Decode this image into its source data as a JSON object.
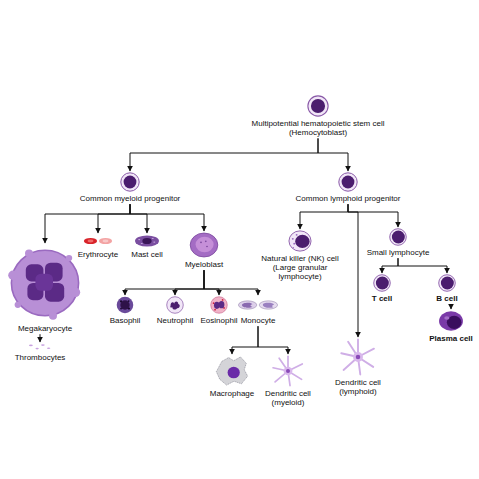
{
  "diagram": {
    "nodes": [
      {
        "text": [
          "Multipotential hematopoietic stem cell (Hemocytoblast)"
        ]
      },
      {
        "text": [
          "Common myeloid progenitor"
        ]
      },
      {
        "text": [
          "Common lymphoid progenitor"
        ]
      },
      {
        "text": [
          "Megakaryocyte"
        ]
      },
      {
        "text": [
          "Erythrocyte"
        ]
      },
      {
        "text": [
          "Mast cell"
        ]
      },
      {
        "text": [
          "Myeloblast"
        ]
      },
      {
        "text": [
          "Natural killer (NK) cell (Large granular lymphocyte)"
        ]
      },
      {
        "text": [
          "Small lymphocyte"
        ]
      },
      {
        "text": [
          "Thrombocytes"
        ]
      },
      {
        "text": [
          "Basophil"
        ]
      },
      {
        "text": [
          "Neutrophil"
        ]
      },
      {
        "text": [
          "Eosinophil"
        ]
      },
      {
        "text": [
          "Monocyte"
        ]
      },
      {
        "text": [
          "Dendritic cell (lymphoid)"
        ]
      },
      {
        "text": [
          "T cell"
        ]
      },
      {
        "text": [
          "B cell"
        ]
      },
      {
        "text": [
          "Macrophage"
        ]
      },
      {
        "text": [
          "Dendritic cell (myeloid)"
        ]
      },
      {
        "text": [
          "Plasma cell"
        ]
      }
    ],
    "edges": [
      {
        "from": 0,
        "to": 1,
        "arrow": "to"
      },
      {
        "from": 0,
        "to": 2,
        "arrow": "to"
      },
      {
        "from": 1,
        "to": 3,
        "arrow": "to"
      },
      {
        "from": 1,
        "to": 4,
        "arrow": "to"
      },
      {
        "from": 1,
        "to": 5,
        "arrow": "to"
      },
      {
        "from": 1,
        "to": 6,
        "arrow": "to"
      },
      {
        "from": 3,
        "to": 9,
        "arrow": "to"
      },
      {
        "from": 6,
        "to": 10,
        "arrow": "to"
      },
      {
        "from": 6,
        "to": 11,
        "arrow": "to"
      },
      {
        "from": 6,
        "to": 12,
        "arrow": "to"
      },
      {
        "from": 6,
        "to": 13,
        "arrow": "to"
      },
      {
        "from": 13,
        "to": 17,
        "arrow": "to"
      },
      {
        "from": 13,
        "to": 18,
        "arrow": "to"
      },
      {
        "from": 2,
        "to": 7,
        "arrow": "to"
      },
      {
        "from": 2,
        "to": 14,
        "arrow": "to"
      },
      {
        "from": 2,
        "to": 8,
        "arrow": "to"
      },
      {
        "from": 8,
        "to": 15,
        "arrow": "to"
      },
      {
        "from": 8,
        "to": 16,
        "arrow": "to"
      },
      {
        "from": 16,
        "to": 19,
        "arrow": "to"
      }
    ]
  }
}
